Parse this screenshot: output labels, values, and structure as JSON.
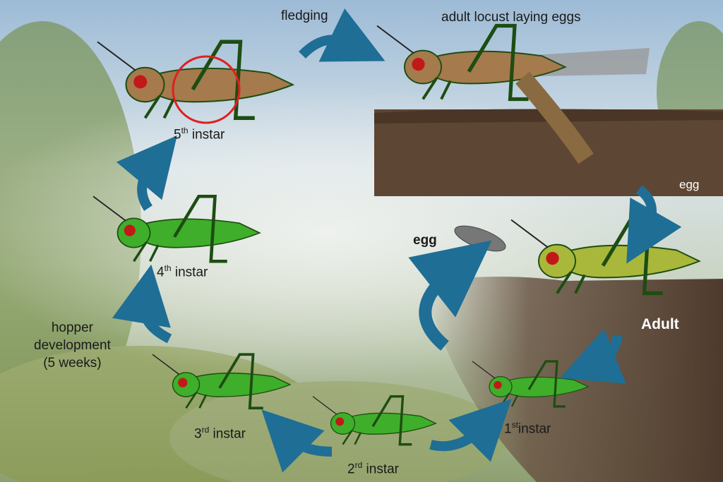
{
  "labels": {
    "fledging": "fledging",
    "laying": "adult locust laying eggs",
    "egg_photo": "egg",
    "egg": "egg",
    "adult": "Adult",
    "instar5": {
      "num": "5",
      "sup": "th",
      "text": " instar"
    },
    "instar4": {
      "num": "4",
      "sup": "th",
      "text": " instar"
    },
    "instar3": {
      "num": "3",
      "sup": "rd",
      "text": " instar"
    },
    "instar2": {
      "num": "2",
      "sup": "rd",
      "text": " instar"
    },
    "instar1": {
      "num": "1",
      "sup": "st",
      "text": "instar"
    },
    "hopper": [
      "hopper",
      "development",
      "(5 weeks)"
    ]
  },
  "colors": {
    "arrow": "#1f6e95",
    "hopper_green": "#3fae2a",
    "adult_yellowgreen": "#a9b83a",
    "brown": "#a57a4c",
    "eye": "#c21818",
    "highlight_circle": "#e02020"
  }
}
